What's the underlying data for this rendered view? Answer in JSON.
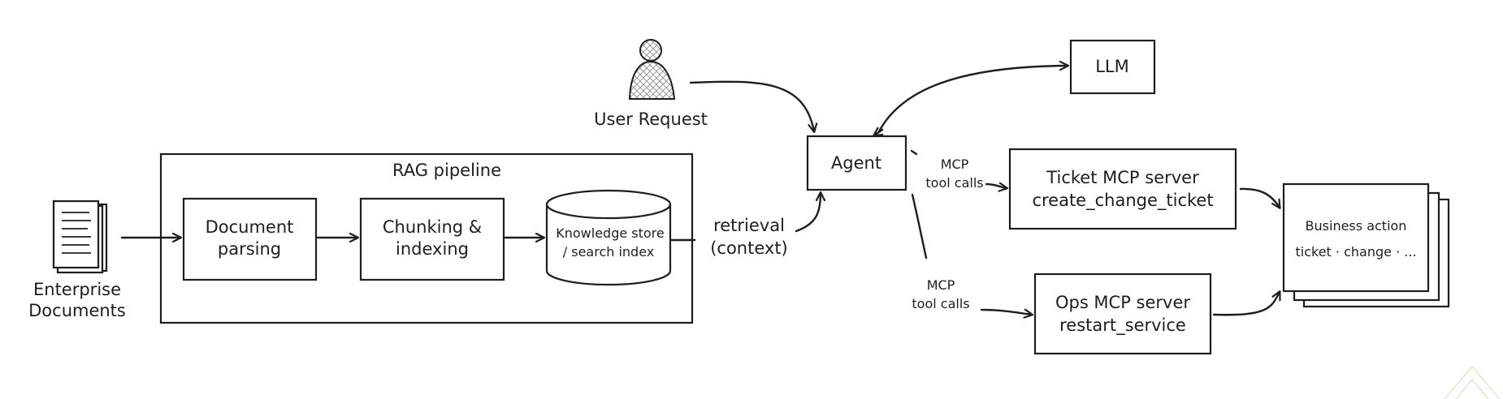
{
  "nodes": {
    "enterprise_docs": {
      "label_line1": "Enterprise",
      "label_line2": "Documents"
    },
    "rag_pipeline": {
      "title": "RAG pipeline"
    },
    "doc_parsing": {
      "line1": "Document",
      "line2": "parsing"
    },
    "chunking": {
      "line1": "Chunking &",
      "line2": "indexing"
    },
    "knowledge_store": {
      "line1": "Knowledge store",
      "line2": "/ search index"
    },
    "user_request": {
      "label": "User Request"
    },
    "agent": {
      "label": "Agent"
    },
    "llm": {
      "label": "LLM"
    },
    "ticket_server": {
      "line1": "Ticket MCP server",
      "line2": "create_change_ticket"
    },
    "ops_server": {
      "line1": "Ops MCP server",
      "line2": "restart_service"
    },
    "business_action": {
      "line1": "Business action",
      "line2": "ticket · change · ..."
    }
  },
  "edges": {
    "retrieval": {
      "line1": "retrieval",
      "line2": "(context)"
    },
    "mcp_ticket": {
      "line1": "MCP",
      "line2": "tool calls"
    },
    "mcp_ops": {
      "line1": "MCP",
      "line2": "tool calls"
    }
  }
}
